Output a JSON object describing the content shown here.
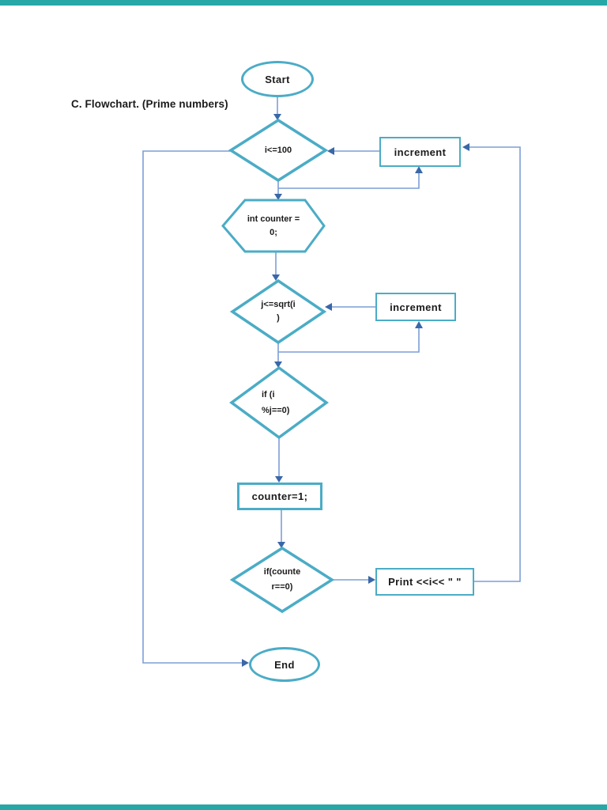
{
  "document": {
    "section_title": "C. Flowchart. (Prime numbers)"
  },
  "colors": {
    "shape_border": "#4BACC6",
    "connector_line": "#7D9ED6",
    "arrowhead": "#3A67A8",
    "viewer_background": "#28A7A7",
    "page_background": "#FFFFFF",
    "text": "#1B1B1B"
  },
  "flowchart": {
    "start": {
      "type": "terminator",
      "label": "Start"
    },
    "cond_outer_loop": {
      "type": "decision",
      "label": "i<=100"
    },
    "increment_outer": {
      "type": "process",
      "label": "increment"
    },
    "init_counter": {
      "type": "preparation",
      "line1": "int counter =",
      "line2": "0;"
    },
    "cond_inner_loop": {
      "type": "decision",
      "line1": "j<=sqrt(i",
      "line2": ")"
    },
    "increment_inner": {
      "type": "process",
      "label": "increment"
    },
    "cond_divisible": {
      "type": "decision",
      "line1": "if (i",
      "line2": "%j==0)"
    },
    "set_counter": {
      "type": "process",
      "label": "counter=1;"
    },
    "cond_prime": {
      "type": "decision",
      "line1": "if(counte",
      "line2": "r==0)"
    },
    "print_output": {
      "type": "process",
      "label": "Print <<i<< \" \""
    },
    "end": {
      "type": "terminator",
      "label": "End"
    }
  }
}
